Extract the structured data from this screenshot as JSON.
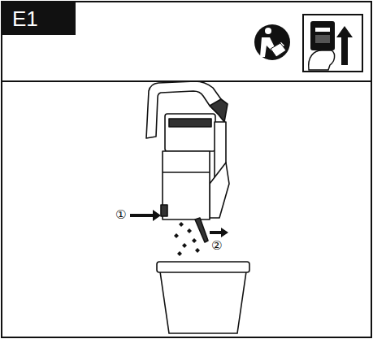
{
  "diagram": {
    "nodes": [
      {
        "text": [
          "E1"
        ]
      }
    ],
    "labels": [
      "①",
      "②"
    ]
  }
}
